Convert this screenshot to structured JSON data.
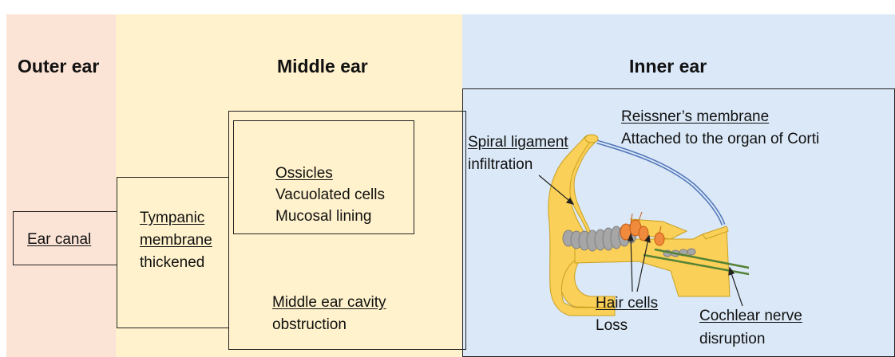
{
  "headers": {
    "outer": "Outer ear",
    "middle": "Middle ear",
    "inner": "Inner ear"
  },
  "outer_ear": {
    "title": "Ear canal"
  },
  "tympanic": {
    "title_line1": "Tympanic",
    "title_line2": "membrane",
    "finding": "thickened"
  },
  "ossicles": {
    "title": "Ossicles",
    "finding1": "Vacuolated cells",
    "finding2": "Mucosal lining"
  },
  "cavity": {
    "title": "Middle ear cavity",
    "finding": "obstruction"
  },
  "reissner": {
    "title": "Reissner’s membrane",
    "finding": "Attached to the organ of Corti"
  },
  "spiral": {
    "title": "Spiral ligament",
    "finding": "infiltration"
  },
  "hair_cells": {
    "title": "Hair cells",
    "finding": "Loss"
  },
  "cochlear_nerve": {
    "title": "Cochlear nerve",
    "finding": "disruption"
  },
  "colors": {
    "outer_bg": "#fbe3d6",
    "middle_bg": "#fff2cc",
    "inner_bg": "#dae8f7",
    "cochlea_fill": "#fbd058",
    "hair_cell_fill": "#f08a3c",
    "support_cell_fill": "#a6a6a6",
    "membrane_stroke": "#4e73b8",
    "nerve_stroke": "#548235"
  }
}
